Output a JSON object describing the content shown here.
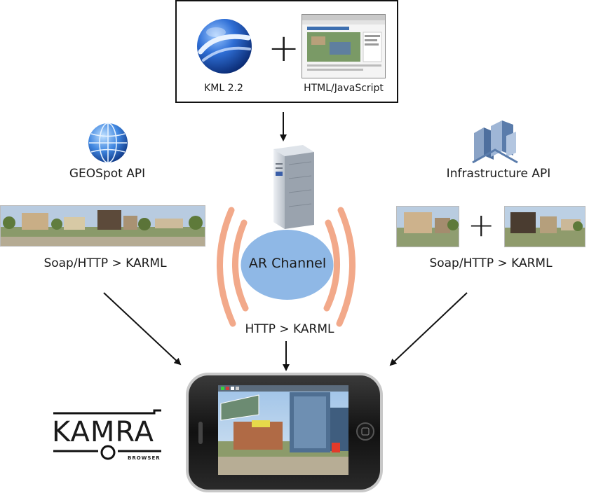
{
  "source_box": {
    "kml_label": "KML 2.2",
    "html_label": "HTML/JavaScript",
    "plus_glyph": "+"
  },
  "left_api": {
    "title": "GEOSpot API",
    "protocol": "Soap/HTTP > KARML"
  },
  "right_api": {
    "title": "Infrastructure API",
    "protocol": "Soap/HTTP > KARML",
    "plus_glyph": "+"
  },
  "center": {
    "channel_label": "AR Channel",
    "protocol": "HTTP > KARML"
  },
  "logo": {
    "wordmark": "KAMRA",
    "subtitle": "BROWSER"
  },
  "colors": {
    "ellipse_fill": "#8fb8e6",
    "waves": "#f2a98a",
    "arrow": "#111111"
  }
}
